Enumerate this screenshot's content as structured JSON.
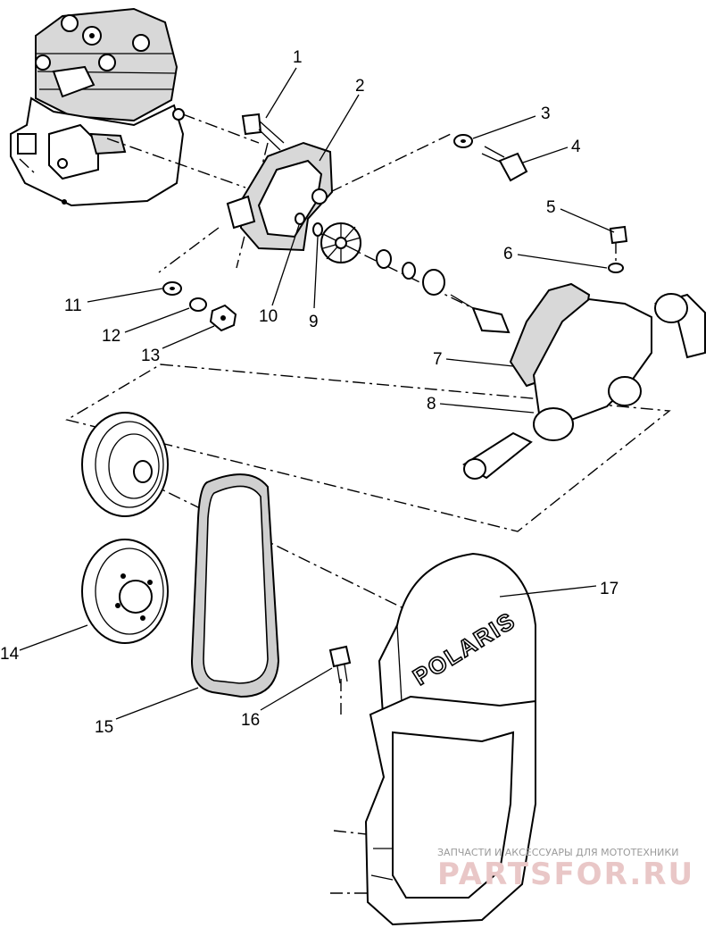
{
  "callouts": {
    "c1": "1",
    "c2": "2",
    "c3": "3",
    "c4": "4",
    "c5": "5",
    "c6": "6",
    "c7": "7",
    "c8": "8",
    "c9": "9",
    "c10": "10",
    "c11": "11",
    "c12": "12",
    "c13": "13",
    "c14": "14",
    "c15": "15",
    "c16": "16",
    "c17": "17"
  },
  "cover_brand": "POLARIS",
  "watermark": {
    "caption": "ЗАПЧАСТИ И АКСЕССУАРЫ ДЛЯ МОТОТЕХНИКИ",
    "site": "PARTSFOR.RU"
  }
}
